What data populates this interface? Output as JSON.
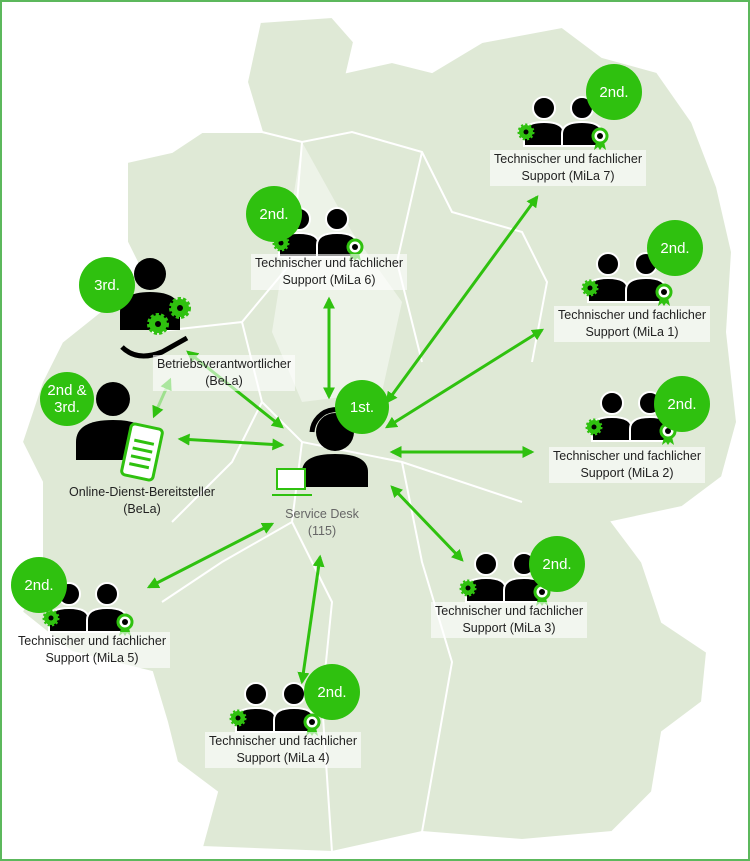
{
  "colors": {
    "accent": "#2fc10f",
    "map_fill": "#dfe9d6",
    "map_border": "#ffffff",
    "frame": "#5cb85c"
  },
  "service_desk": {
    "badge": "1st.",
    "line1": "Service Desk",
    "line2": "(115)",
    "icon": "headset-agent-laptop-icon"
  },
  "betriebsverantwortlicher": {
    "badge": "3rd.",
    "line1": "Betriebsverantwortlicher",
    "line2": "(BeLa)",
    "icon": "person-gears-hand-icon"
  },
  "online_dienst": {
    "badge": "2nd & 3rd.",
    "line1": "Online-Dienst-Bereitsteller",
    "line2": "(BeLa)",
    "icon": "person-phone-form-icon"
  },
  "support_teams": [
    {
      "id": "mila7",
      "badge": "2nd.",
      "line1": "Technischer und fachlicher",
      "line2": "Support (MiLa 7)"
    },
    {
      "id": "mila6",
      "badge": "2nd.",
      "line1": "Technischer und fachlicher",
      "line2": "Support (MiLa 6)"
    },
    {
      "id": "mila1",
      "badge": "2nd.",
      "line1": "Technischer und fachlicher",
      "line2": "Support (MiLa 1)"
    },
    {
      "id": "mila2",
      "badge": "2nd.",
      "line1": "Technischer und fachlicher",
      "line2": "Support (MiLa 2)"
    },
    {
      "id": "mila3",
      "badge": "2nd.",
      "line1": "Technischer und fachlicher",
      "line2": "Support (MiLa 3)"
    },
    {
      "id": "mila4",
      "badge": "2nd.",
      "line1": "Technischer und fachlicher",
      "line2": "Support (MiLa 4)"
    },
    {
      "id": "mila5",
      "badge": "2nd.",
      "line1": "Technischer und fachlicher",
      "line2": "Support (MiLa 5)"
    }
  ]
}
